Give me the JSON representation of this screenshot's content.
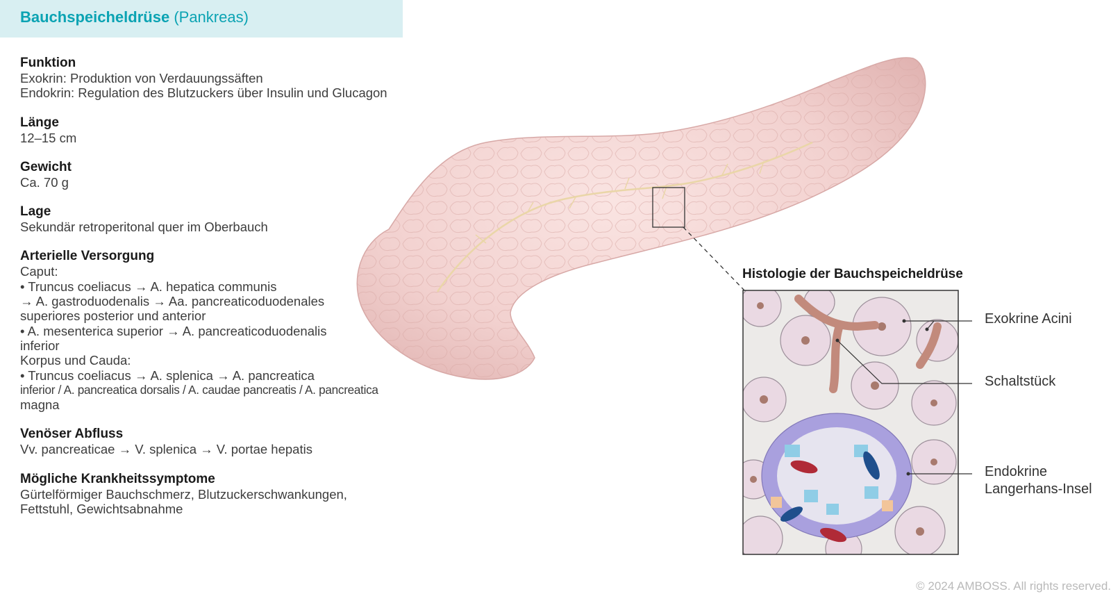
{
  "header": {
    "title_main": "Bauchspeicheldrüse",
    "title_sub": "(Pankreas)"
  },
  "sections": [
    {
      "heading": "Funktion",
      "lines": [
        "Exokrin: Produktion von Verdauungssäften",
        "Endokrin: Regulation des Blutzuckers über Insulin und Glucagon"
      ]
    },
    {
      "heading": "Länge",
      "lines": [
        "12–15 cm"
      ]
    },
    {
      "heading": "Gewicht",
      "lines": [
        "Ca. 70 g"
      ]
    },
    {
      "heading": "Lage",
      "lines": [
        "Sekundär retroperitonal quer im Oberbauch"
      ]
    },
    {
      "heading": "Arterielle Versorgung",
      "lines": [
        "Caput:",
        "• Truncus coeliacus → A. hepatica communis",
        "→ A. gastroduodenalis → Aa. pancreaticoduodenales",
        "superiores posterior und anterior",
        "• A. mesenterica superior → A. pancreaticoduodenalis",
        "inferior",
        "Korpus und Cauda:",
        "• Truncus coeliacus → A. splenica → A. pancreatica",
        "inferior / A. pancreatica dorsalis / A. caudae pancreatis / A. pancreatica",
        "magna"
      ]
    },
    {
      "heading": "Venöser Abfluss",
      "lines": [
        "Vv. pancreaticae → V. splenica → V. portae hepatis"
      ]
    },
    {
      "heading": "Mögliche Krankheitssymptome",
      "lines": [
        "Gürtelförmiger Bauchschmerz, Blutzuckerschwankungen,",
        "Fettstuhl, Gewichtsabnahme"
      ]
    }
  ],
  "histology": {
    "title": "Histologie der Bauchspeicheldrüse",
    "labels": {
      "acini": "Exokrine Acini",
      "duct": "Schaltstück",
      "islet_1": "Endokrine",
      "islet_2": "Langerhans-Insel"
    }
  },
  "footer": {
    "copyright": "© 2024 AMBOSS. All rights reserved."
  },
  "colors": {
    "accent": "#0ba3b3",
    "title_bar": "#d8eff2",
    "organ": "#f2d2d0",
    "acinus": "#ead9e3",
    "duct": "#c28a7c",
    "islet_purple": "#a9a0de",
    "islet_blue": "#8fcde6",
    "capillary": "#b02a37"
  }
}
